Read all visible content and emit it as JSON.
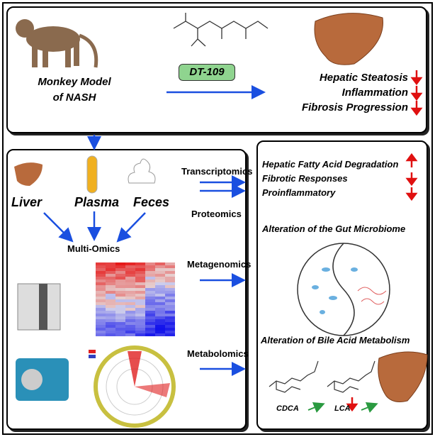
{
  "top": {
    "model_line1": "Monkey Model",
    "model_line2": "of NASH",
    "drug": "DT-109",
    "effects": [
      "Hepatic Steatosis",
      "Inflammation",
      "Fibrosis Progression"
    ],
    "effect_direction": [
      "down",
      "down",
      "down"
    ]
  },
  "samples": [
    "Liver",
    "Plasma",
    "Feces"
  ],
  "multi_omics": "Multi-Omics",
  "omics": [
    "Transcriptomics",
    "Proteomics",
    "Metagenomics",
    "Metabolomics"
  ],
  "results": {
    "items": [
      {
        "label": "Hepatic Fatty Acid Degradation",
        "direction": "up"
      },
      {
        "label": "Fibrotic Responses",
        "direction": "down"
      },
      {
        "label": "Proinflammatory",
        "direction": "down"
      }
    ],
    "gut": "Alteration of the Gut Microbiome",
    "bile": "Alteration of Bile Acid Metabolism",
    "cdca": "CDCA",
    "lca": "LCA"
  },
  "colors": {
    "arrow": "#1a4fe0",
    "down": "#e01010",
    "drug_box": "#8fd48f",
    "liver": "#b86a3c",
    "heat_red": "#e02020",
    "heat_blue": "#3040c0"
  }
}
